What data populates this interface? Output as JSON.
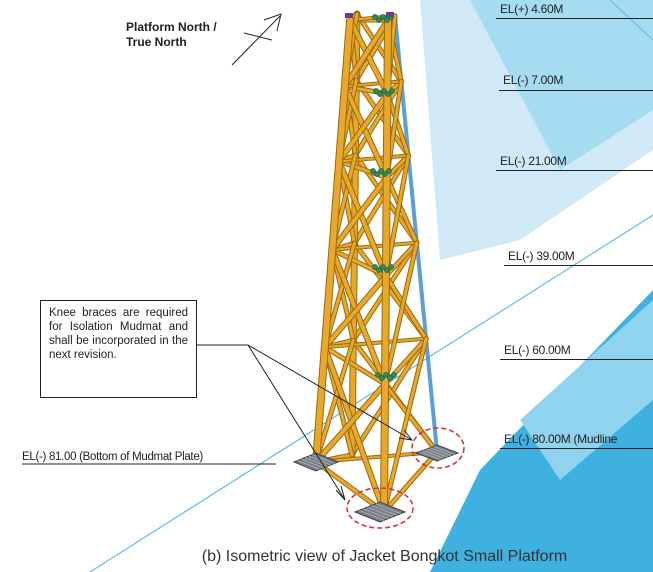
{
  "north_label": [
    "Platform North /",
    "True North"
  ],
  "elevations": [
    "EL(+) 4.60M",
    "EL(-) 7.00M",
    "EL(-) 21.00M",
    "EL(-) 39.00M",
    "EL(-) 60.00M",
    "EL(-) 80.00M (Mudline"
  ],
  "mudmat_label": "EL(-) 81.00 (Bottom of Mudmat Plate)",
  "note": "Knee braces are required for Isolation Mudmat and shall be incorporated in the next revision.",
  "caption": "(b) Isometric view of Jacket Bongkot Small Platform",
  "colors": {
    "member": "#E8A82A",
    "member_edge": "#9A6A10",
    "highlight_circle": "#E0303A",
    "background_blue": "#7FD0EE",
    "background_blue_dark": "#2FA8DC"
  }
}
